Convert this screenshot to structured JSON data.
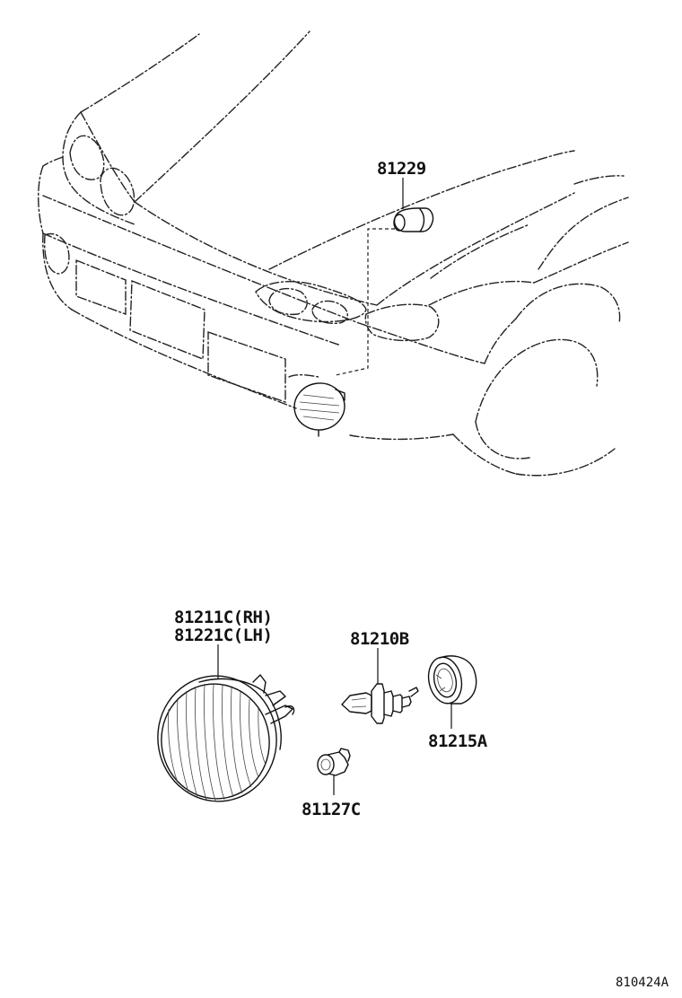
{
  "parts": {
    "bulb_socket_upper": "81229",
    "fog_lamp_rh": "81211C(RH)",
    "fog_lamp_lh": "81221C(LH)",
    "bulb": "81210B",
    "socket": "81215A",
    "clip": "81127C"
  },
  "figure_id": "810424A"
}
